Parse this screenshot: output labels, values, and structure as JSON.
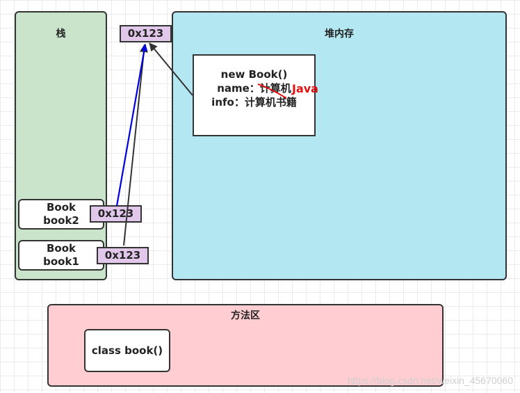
{
  "stack": {
    "title": "栈"
  },
  "heap": {
    "title": "堆内存"
  },
  "method_area": {
    "title": "方法区"
  },
  "heap_ref": "0x123",
  "book2": {
    "type": "Book",
    "name": "book2",
    "ref": "0x123"
  },
  "book1": {
    "type": "Book",
    "name": "book1",
    "ref": "0x123"
  },
  "object": {
    "header": "new Book()",
    "name_label": "name：",
    "name_old": "计算机",
    "name_new": "Java",
    "info_line": "info：计算机书籍"
  },
  "class_box": "class book()",
  "watermark": "https://blog.csdn.net/weixin_45670060",
  "colors": {
    "stack": "#c9e4cb",
    "heap": "#b3e8f2",
    "method_area": "#ffcdd2",
    "reference": "#e1c7ea",
    "blue_arrow": "#0000dd",
    "edit_text": "#e01010"
  }
}
